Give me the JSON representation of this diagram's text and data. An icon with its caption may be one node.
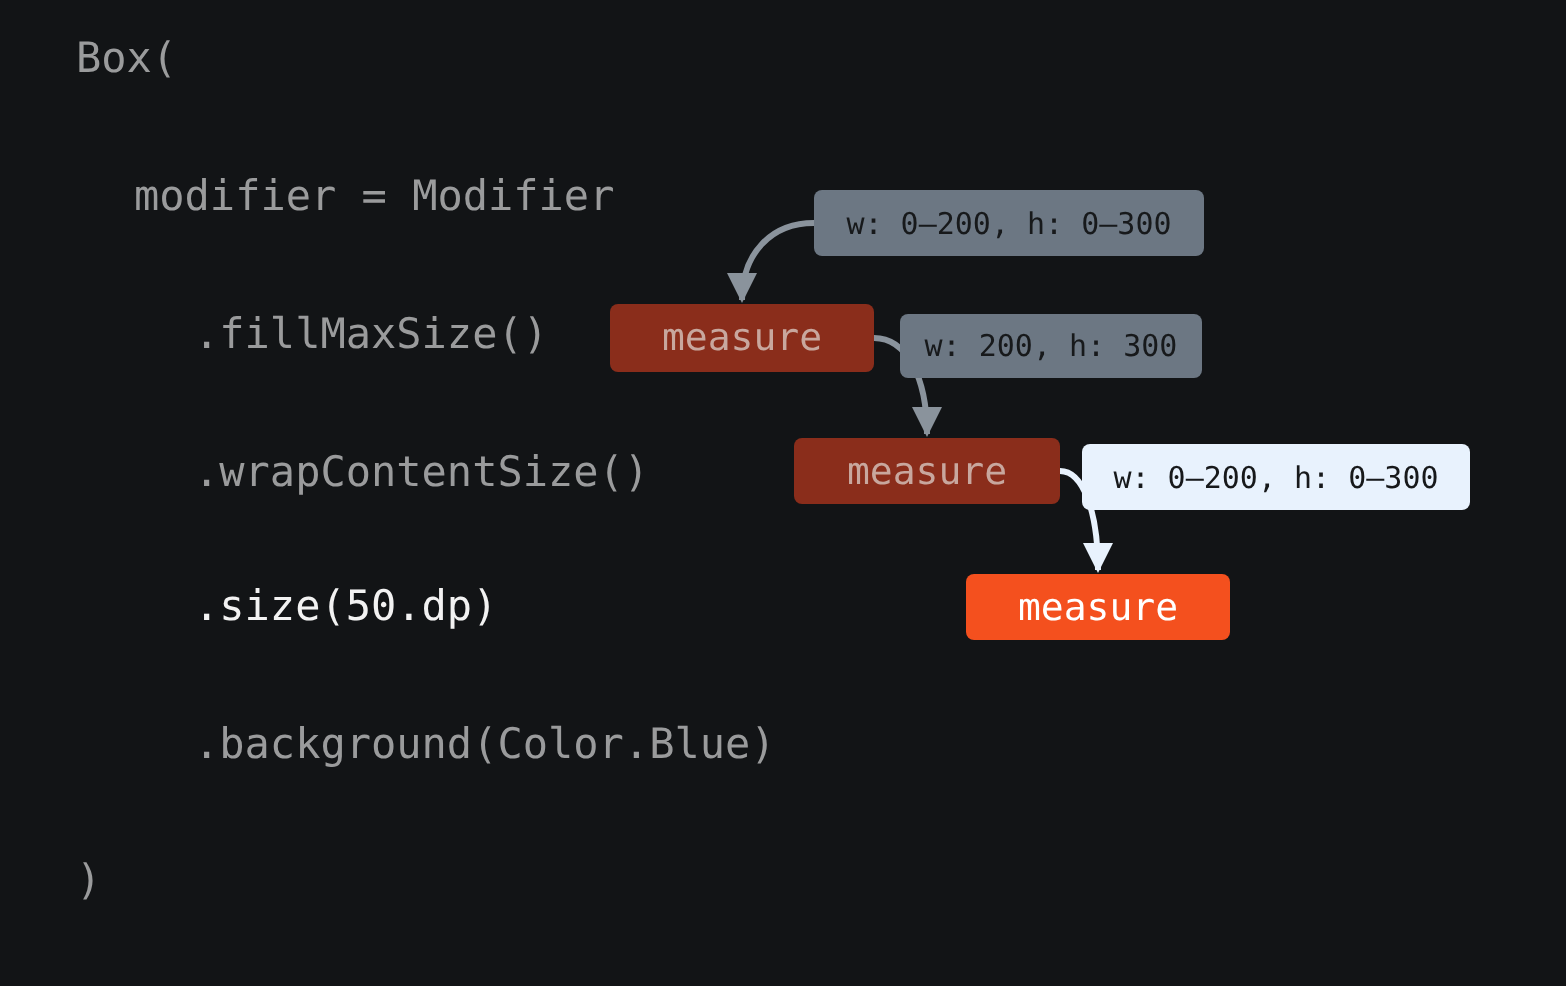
{
  "diagram": {
    "nodes": [
      {
        "text": [
          "w: 0–200, h: 0–300"
        ]
      },
      {
        "text": [
          "measure"
        ]
      },
      {
        "text": [
          "measure"
        ]
      },
      {
        "text": [
          "measure"
        ]
      }
    ],
    "edges": [
      {
        "from": 0,
        "to": 1,
        "arrow": "to"
      },
      {
        "from": 1,
        "to": 2,
        "arrow": "to",
        "label": "w: 200, h: 300"
      },
      {
        "from": 2,
        "to": 3,
        "arrow": "to",
        "label": "w: 0–200, h: 0–300",
        "color": "#e8f2fd"
      }
    ],
    "labels": [
      "Box(",
      "modifier = Modifier",
      ".fillMaxSize()",
      ".wrapContentSize()",
      ".size(50.dp)",
      ".background(Color.Blue)",
      ")"
    ]
  }
}
